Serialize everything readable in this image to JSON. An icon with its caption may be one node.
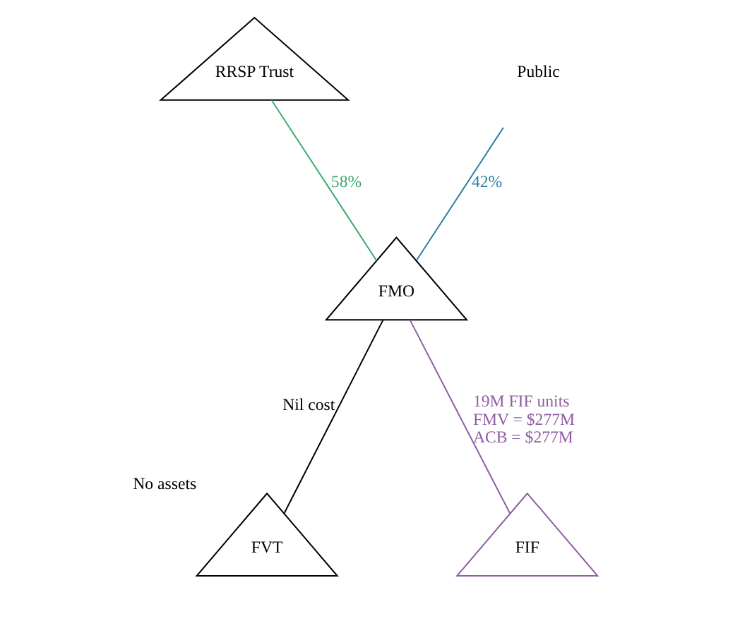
{
  "diagram": {
    "nodes": [
      {
        "text": [
          "RRSP Trust"
        ]
      },
      {
        "text": [
          "Public"
        ]
      },
      {
        "text": [
          "FMO"
        ]
      },
      {
        "text": [
          "FVT"
        ],
        "beside": [
          "No assets"
        ]
      },
      {
        "text": [
          "FIF"
        ]
      }
    ],
    "edges": [
      {
        "from": 0,
        "to": 2,
        "arrow": "none",
        "label": "58%",
        "color": "#3cab6e"
      },
      {
        "from": 1,
        "to": 2,
        "arrow": "none",
        "label": "42%",
        "color": "#2f7fa6"
      },
      {
        "from": 2,
        "to": 3,
        "arrow": "none",
        "label": "Nil cost",
        "color": "#000000"
      },
      {
        "from": 2,
        "to": 4,
        "arrow": "none",
        "label": "19M FIF units FMV = $277M ACB = $277M",
        "color": "#8e5ea2"
      }
    ]
  }
}
